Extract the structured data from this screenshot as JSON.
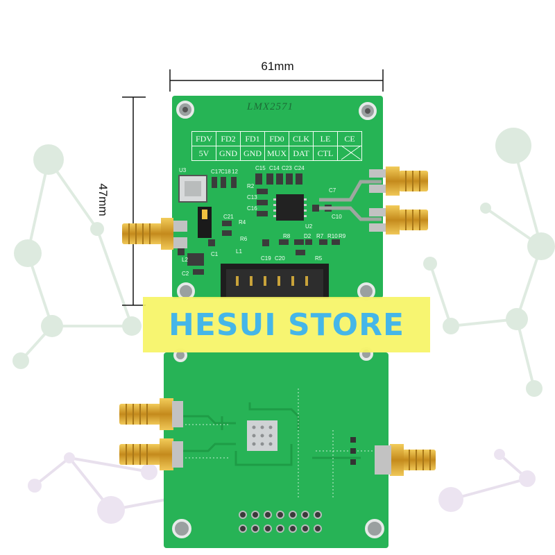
{
  "dimensions": {
    "width": "61mm",
    "height": "47mm"
  },
  "board": {
    "label": "LMX2571",
    "pin_rows": [
      [
        "FDV",
        "FD2",
        "FD1",
        "FD0",
        "CLK",
        "LE",
        "CE"
      ],
      [
        "5V",
        "GND",
        "GND",
        "MUX",
        "DAT",
        "CTL",
        ""
      ]
    ],
    "silkscreen": [
      "U3",
      "C17",
      "C18",
      "12",
      "C15",
      "C14",
      "C23",
      "C24",
      "R2",
      "C13",
      "C16",
      "C7",
      "C21",
      "L1",
      "R6",
      "C19",
      "C20",
      "R8",
      "D2",
      "R7",
      "R10",
      "R9",
      "R5",
      "C1",
      "C10",
      "U2",
      "C2",
      "R4",
      "L2"
    ]
  },
  "watermark": {
    "text": "HESUI STORE"
  },
  "colors": {
    "pcb": "#25b454",
    "pcb_dark": "#1b9a43",
    "silkscreen": "#f4fff6",
    "gold": "#d9a42c",
    "banner_bg": "#f6f462",
    "banner_text": "#45b6e8"
  }
}
